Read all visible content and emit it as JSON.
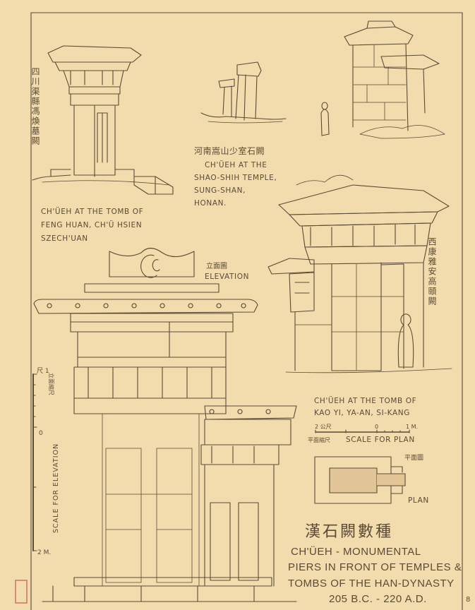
{
  "colors": {
    "paper": "#f2dbad",
    "ink": "#5b4b36",
    "seal": "#c9756a"
  },
  "feng_huan": {
    "chinese": "四川渠縣馮煥墓闕",
    "lines": [
      "CH'ÜEH AT THE TOMB OF",
      "FENG HUAN, CH'Ü HSIEN",
      "SZECH'UAN"
    ]
  },
  "shao_shih": {
    "chinese": "河南嵩山少室石闕",
    "lines": [
      "CH'ÜEH AT THE",
      "SHAO-SHIH TEMPLE,",
      "SUNG-SHAN,",
      "HONAN."
    ]
  },
  "elevation": {
    "chinese": "立面圖",
    "label": "ELEVATION"
  },
  "kao_yi": {
    "chinese": "西康雅安高頤闕",
    "lines": [
      "CH'ÜEH AT THE TOMB OF",
      "KAO YI, YA-AN, SI-KANG"
    ]
  },
  "plan_scale": {
    "left": "2 公尺",
    "zero": "0",
    "right": "1 M.",
    "chinese": "平面縮尺",
    "label": "SCALE FOR PLAN"
  },
  "plan": {
    "chinese": "平面圖",
    "label": "PLAN"
  },
  "elevation_scale": {
    "top": "尺 1",
    "zero": "0",
    "bottom": "2 M.",
    "chinese": "立面縮尺",
    "label": "SCALE FOR ELEVATION"
  },
  "main_title": {
    "chinese": "漢石闕數種",
    "lines": [
      "CH'ÜEH - MONUMENTAL",
      "PIERS IN FRONT OF TEMPLES &",
      "TOMBS OF THE HAN-DYNASTY",
      "205 B.C. - 220 A.D."
    ]
  },
  "page_number": "8"
}
